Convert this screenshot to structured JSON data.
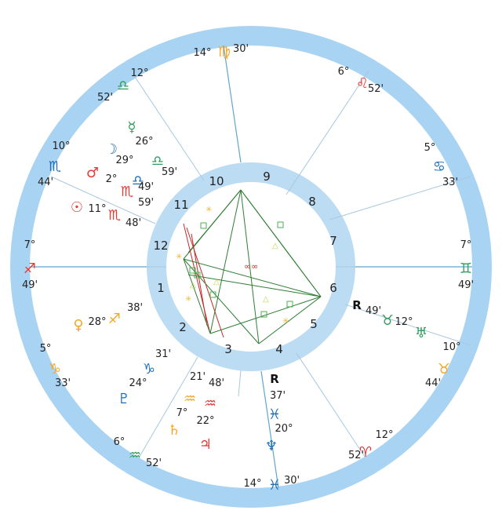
{
  "colors": {
    "zodiac_band": "#a9d3f2",
    "house_band": "#bcdcf3",
    "cusp_line": "#a8c8de",
    "axis_line": "#5fa7cc",
    "fire": "#e53935",
    "earth": "#f5a623",
    "air": "#2e9e5b",
    "water": "#1e6fb8",
    "square": "#4caf50",
    "trine": "#c5d24a",
    "sextile": "#e8b93a",
    "opposition": "#c62828",
    "aspect_green": "#2e7d32",
    "center_mark": "#d32f2f"
  },
  "house_numbers": [
    "1",
    "2",
    "3",
    "4",
    "5",
    "6",
    "7",
    "8",
    "9",
    "10",
    "11",
    "12"
  ],
  "cusp_labels": [
    {
      "id": "mc",
      "deg": "14°",
      "sign": "♍",
      "min": "30'",
      "color": "earth"
    },
    {
      "id": "c11",
      "deg": "6°",
      "sign": "♌",
      "min": "52'",
      "color": "fire"
    },
    {
      "id": "c12",
      "deg": "5°",
      "sign": "♋",
      "min": "33'",
      "color": "water"
    },
    {
      "id": "dsc",
      "deg": "7°",
      "sign": "♊",
      "min": "49'",
      "color": "air"
    },
    {
      "id": "c8",
      "deg": "10°",
      "sign": "♉",
      "min": "44'",
      "color": "earth"
    },
    {
      "id": "c9",
      "deg": "12°",
      "sign": "♈",
      "min": "52'",
      "color": "fire"
    },
    {
      "id": "ic",
      "deg": "14°",
      "sign": "♓",
      "min": "30'",
      "color": "water"
    },
    {
      "id": "c5",
      "deg": "6°",
      "sign": "♒",
      "min": "52'",
      "color": "air"
    },
    {
      "id": "c6",
      "deg": "5°",
      "sign": "♑",
      "min": "33'",
      "color": "earth"
    },
    {
      "id": "asc",
      "deg": "7°",
      "sign": "♐",
      "min": "49'",
      "color": "fire"
    },
    {
      "id": "c2",
      "deg": "10°",
      "sign": "♏",
      "min": "44'",
      "color": "water"
    },
    {
      "id": "c3",
      "deg": "12°",
      "sign": "♎",
      "min": "52'",
      "color": "air"
    }
  ],
  "planets": [
    {
      "name": "mercury",
      "symbol": "☿",
      "deg": "26°",
      "sign": "♎",
      "min": "59'",
      "color": "air"
    },
    {
      "name": "moon",
      "symbol": "☽",
      "deg": "29°",
      "sign": "♎",
      "min": "49'",
      "color": "water"
    },
    {
      "name": "mars",
      "symbol": "♂",
      "deg": "2°",
      "sign": "♏",
      "min": "59'",
      "color": "fire"
    },
    {
      "name": "sun",
      "symbol": "☉",
      "deg": "11°",
      "sign": "♏",
      "min": "48'",
      "color": "fire"
    },
    {
      "name": "venus",
      "symbol": "♀",
      "deg": "28°",
      "sign": "♐",
      "min": "38'",
      "color": "earth"
    },
    {
      "name": "pluto",
      "symbol": "♇",
      "deg": "24°",
      "sign": "♑",
      "min": "31'",
      "color": "water"
    },
    {
      "name": "saturn",
      "symbol": "♄",
      "deg": "7°",
      "sign": "♒",
      "min": "21'",
      "color": "earth"
    },
    {
      "name": "jupiter",
      "symbol": "♃",
      "deg": "22°",
      "sign": "♒",
      "min": "48'",
      "color": "fire"
    },
    {
      "name": "neptune",
      "symbol": "♆",
      "deg": "20°",
      "sign": "♓",
      "min": "37'",
      "retro": "R",
      "color": "water"
    },
    {
      "name": "uranus",
      "symbol": "♅",
      "deg": "12°",
      "sign": "♉",
      "min": "49'",
      "retro": "R",
      "color": "air"
    }
  ]
}
